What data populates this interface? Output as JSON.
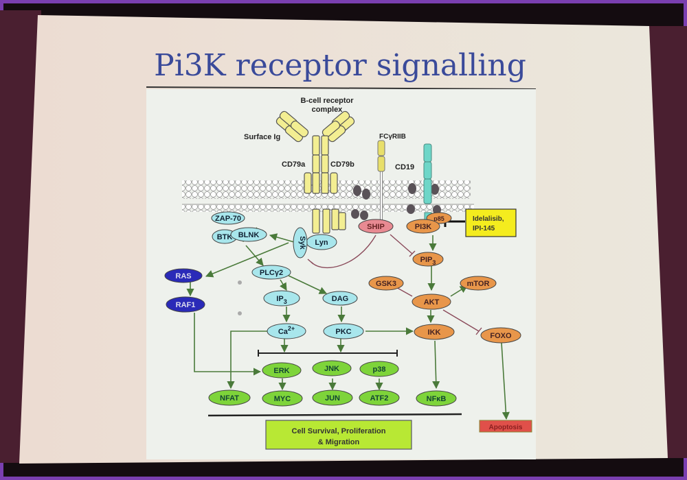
{
  "slide": {
    "title": "Pi3K receptor signalling"
  },
  "colors": {
    "cyan_node": "#a8e6ec",
    "blue_node": "#2a2ab8",
    "orange_node": "#e8964a",
    "green_node": "#7ed43a",
    "pink_node": "#e88a92",
    "yellow_box": "#f4ec1e",
    "lime_box": "#b8e834",
    "red_box": "#e0504a",
    "title": "#3a4a9a"
  },
  "receptors": {
    "bcr_label_line1": "B-cell receptor",
    "bcr_label_line2": "complex",
    "surface_ig": "Surface Ig",
    "cd79a": "CD79a",
    "cd79b": "CD79b",
    "fcgr": "FCγRIIB",
    "cd19": "CD19"
  },
  "nodes": {
    "zap70": "ZAP-70",
    "btk": "BTK",
    "blnk": "BLNK",
    "syk": "Syk",
    "lyn": "Lyn",
    "ship": "SHIP",
    "pi3k": "PI3K",
    "p85": "p85",
    "pip3": "PIP",
    "pip3_sub": "3",
    "ras": "RAS",
    "raf1": "RAF1",
    "plcg2": "PLCγ2",
    "ip3": "IP",
    "ip3_sub": "3",
    "dag": "DAG",
    "ca": "Ca",
    "ca_sup": "2+",
    "pkc": "PKC",
    "gsk3": "GSK3",
    "mtor": "mTOR",
    "akt": "AKT",
    "ikk": "IKK",
    "foxo": "FOXO",
    "erk": "ERK",
    "jnk": "JNK",
    "p38": "p38",
    "nfat": "NFAT",
    "myc": "MYC",
    "jun": "JUN",
    "atf2": "ATF2",
    "nfkb": "NFκB"
  },
  "boxes": {
    "inhibitor_line1": "Idelalisib,",
    "inhibitor_line2": "IPI-145",
    "outcome_line1": "Cell Survival, Proliferation",
    "outcome_line2": "& Migration",
    "apoptosis": "Apoptosis"
  }
}
